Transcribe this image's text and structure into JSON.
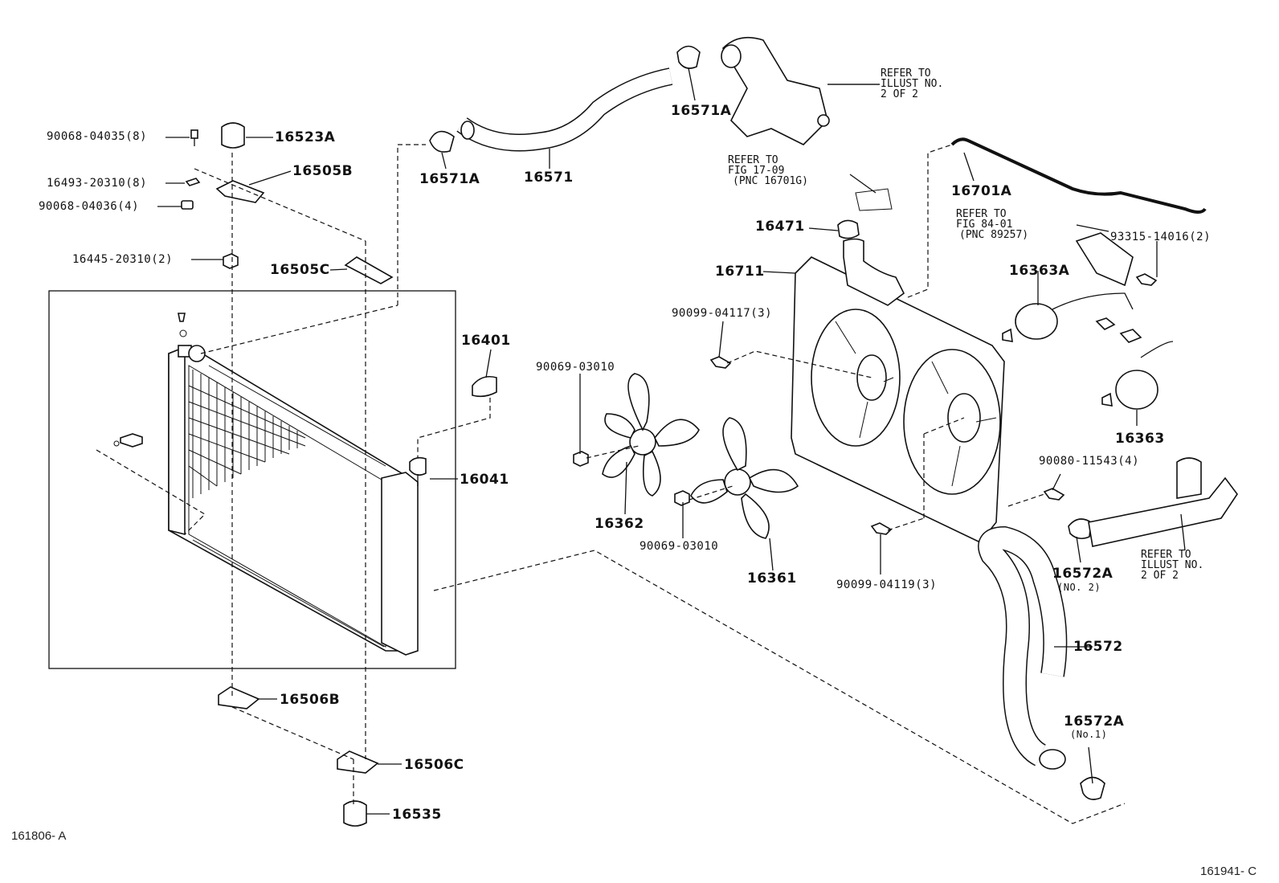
{
  "diagram": {
    "figure_code_left": "161806- A",
    "figure_code_right": "161941- C",
    "part_labels": {
      "p16523A": "16523A",
      "p16505B": "16505B",
      "p16505C": "16505C",
      "p16571A_top": "16571A",
      "p16571A_left": "16571A",
      "p16571": "16571",
      "p16701A": "16701A",
      "p16471": "16471",
      "p16711": "16711",
      "p16363A": "16363A",
      "p16363": "16363",
      "p16401": "16401",
      "p16041": "16041",
      "p16362": "16362",
      "p16361": "16361",
      "p16572A_top": "16572A",
      "p16572A_bottom": "16572A",
      "p16572": "16572",
      "p16506B": "16506B",
      "p16506C": "16506C",
      "p16535": "16535"
    },
    "fastener_labels": {
      "f1": "90068-04035(8)",
      "f2": "16493-20310(8)",
      "f3": "90068-04036(4)",
      "f4": "16445-20310(2)",
      "f5": "90099-04117(3)",
      "f6": "90069-03010",
      "f7": "90069-03010",
      "f8": "90099-04119(3)",
      "f9": "90080-11543(4)",
      "f10": "93315-14016(2)"
    },
    "notes": {
      "no2_a": "(NO. 2)",
      "no1_b": "(No.1)"
    },
    "refs": {
      "ref_top": [
        "REFER TO",
        "ILLUST NO.",
        "2 OF 2"
      ],
      "ref_fig1709": [
        "REFER TO",
        "FIG 17-09",
        "(PNC 16701G)"
      ],
      "ref_fig8401": [
        "REFER TO",
        "FIG 84-01",
        "(PNC 89257)"
      ],
      "ref_right": [
        "REFER TO",
        "ILLUST NO.",
        "2 OF 2"
      ]
    }
  }
}
